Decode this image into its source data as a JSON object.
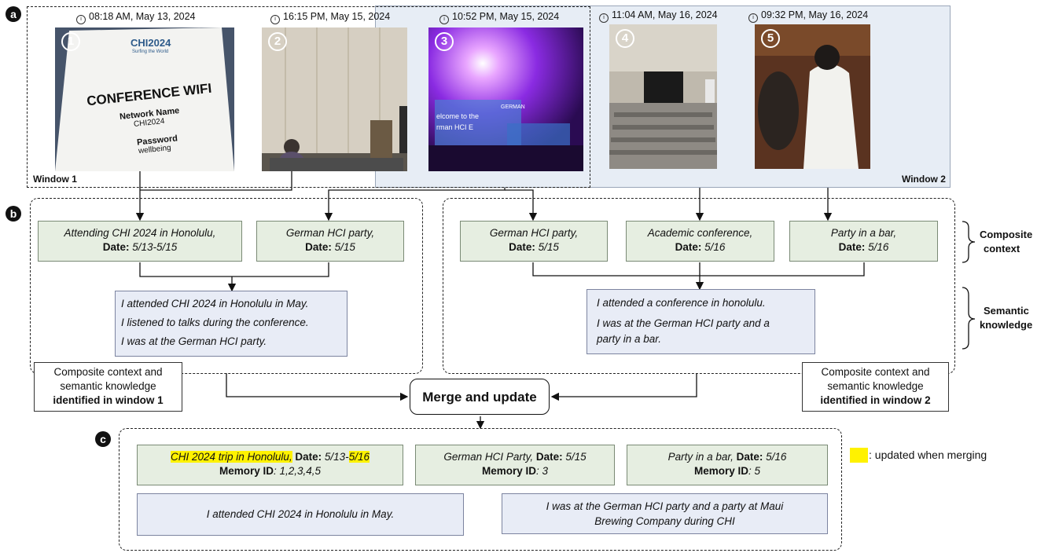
{
  "badges": {
    "a": "a",
    "b": "b",
    "c": "c"
  },
  "windows": {
    "w1_label": "Window 1",
    "w2_label": "Window 2"
  },
  "photos": [
    {
      "num": "1",
      "time": "08:18 AM, May 13, 2024",
      "sign": {
        "logo": "CHI2024",
        "logo_sub": "Surfing the World",
        "title": "CONFERENCE WIFI",
        "network_label": "Network Name",
        "network_value": "CHI2024",
        "password_label": "Password",
        "password_value": "wellbeing"
      }
    },
    {
      "num": "2",
      "time": "16:15 PM, May 15, 2024"
    },
    {
      "num": "3",
      "time": "10:52 PM, May 15, 2024",
      "screen_text": [
        "GERMAN",
        "elcome to the",
        "rman HCI E"
      ]
    },
    {
      "num": "4",
      "time": "11:04 AM, May 16, 2024"
    },
    {
      "num": "5",
      "time": "09:32 PM, May 16, 2024"
    }
  ],
  "section_b": {
    "w1_context": [
      {
        "label": "Attending CHI 2024 in Honolulu,",
        "date_label": "Date:",
        "date": "5/13-5/15"
      },
      {
        "label": "German HCI party,",
        "date_label": "Date:",
        "date": "5/15"
      }
    ],
    "w1_semantic": [
      "I attended CHI 2024 in Honolulu in May.",
      "I listened to talks during the conference.",
      "I was at the German HCI party."
    ],
    "w1_caption": {
      "line1": "Composite context and",
      "line2": "semantic knowledge",
      "line3": "identified in window 1"
    },
    "w2_context": [
      {
        "label": "German HCI party,",
        "date_label": "Date:",
        "date": "5/15"
      },
      {
        "label": "Academic conference,",
        "date_label": "Date:",
        "date": "5/16"
      },
      {
        "label": "Party in a bar,",
        "date_label": "Date:",
        "date": "5/16"
      }
    ],
    "w2_semantic": [
      "I attended a conference in honolulu.",
      "I was at the German HCI party and a",
      "party in a bar."
    ],
    "w2_caption": {
      "line1": "Composite context and",
      "line2": "semantic knowledge",
      "line3": "identified in window 2"
    },
    "side_composite": {
      "line1": "Composite",
      "line2": "context"
    },
    "side_semantic": {
      "line1": "Semantic",
      "line2": "knowledge"
    }
  },
  "merge_label": "Merge and update",
  "section_c": {
    "memories": [
      {
        "label_a": "CHI 2024 trip in Honolulu,",
        "date_label": "Date:",
        "date_a": "5/13-",
        "date_b": "5/16",
        "id_label": "Memory ID",
        "ids": ": 1,2,3,4,5"
      },
      {
        "label": "German HCI Party,",
        "date_label": "Date:",
        "date": "5/15",
        "id_label": "Memory ID",
        "ids": ": 3"
      },
      {
        "label": "Party in a bar,",
        "date_label": "Date:",
        "date": "5/16",
        "id_label": "Memory ID",
        "ids": ": 5"
      }
    ],
    "semantic": [
      "I attended CHI 2024 in Honolulu in May.",
      "I was at the German HCI party and a party at Maui",
      "Brewing Company during CHI"
    ],
    "legend": ": updated when merging",
    "highlight_color": "#fff200"
  }
}
